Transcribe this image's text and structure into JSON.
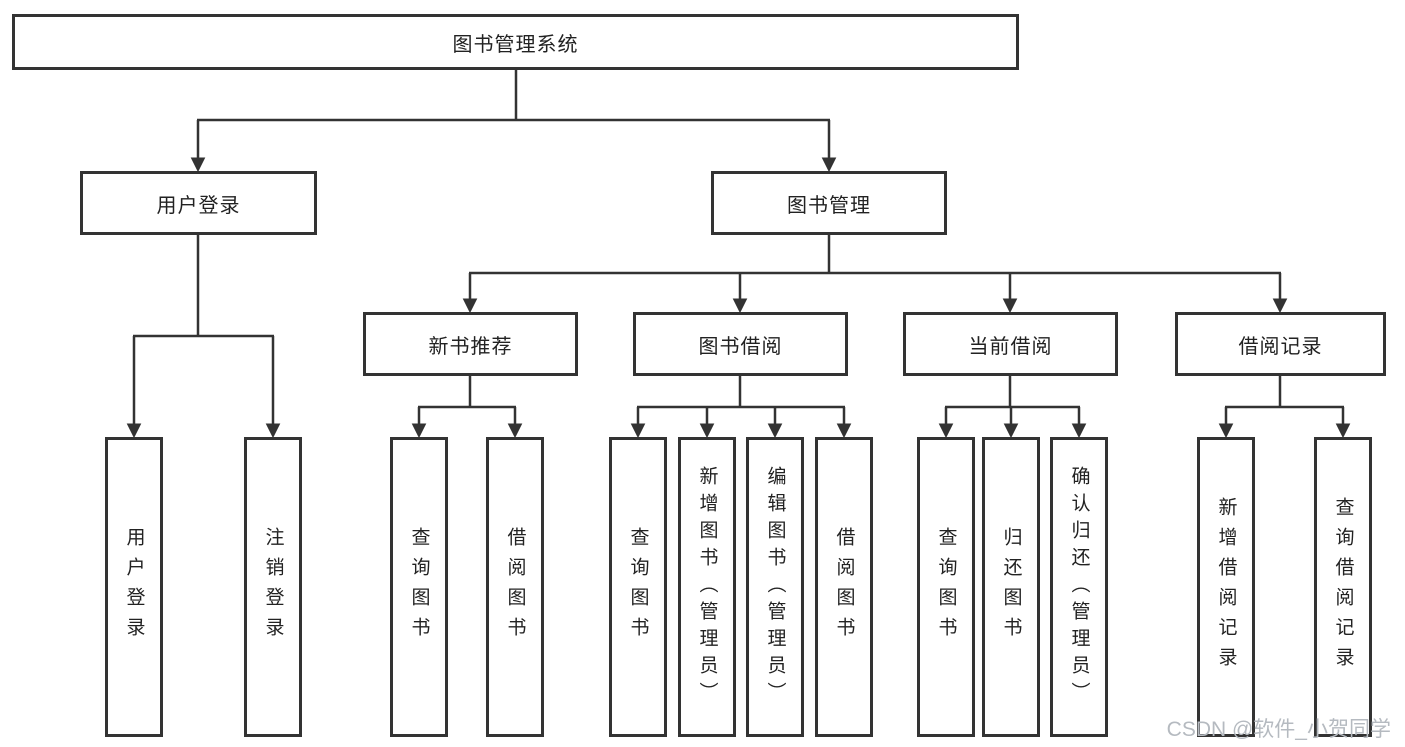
{
  "diagram": {
    "root_label": "图书管理系统",
    "branches": [
      {
        "label": "用户登录",
        "children": [
          "用户登录",
          "注销登录"
        ]
      },
      {
        "label": "图书管理",
        "groups": [
          {
            "label": "新书推荐",
            "children": [
              "查询图书",
              "借阅图书"
            ]
          },
          {
            "label": "图书借阅",
            "children": [
              "查询图书",
              "新增图书（管理员）",
              "编辑图书（管理员）",
              "借阅图书"
            ]
          },
          {
            "label": "当前借阅",
            "children": [
              "查询图书",
              "归还图书",
              "确认归还（管理员）"
            ]
          },
          {
            "label": "借阅记录",
            "children": [
              "新增借阅记录",
              "查询借阅记录"
            ]
          }
        ]
      }
    ]
  },
  "watermark": "CSDN @软件_小贺同学",
  "colors": {
    "line": "#333333",
    "border": "#333333",
    "text": "#222222",
    "watermark": "#b5bac0",
    "bg": "#ffffff"
  }
}
